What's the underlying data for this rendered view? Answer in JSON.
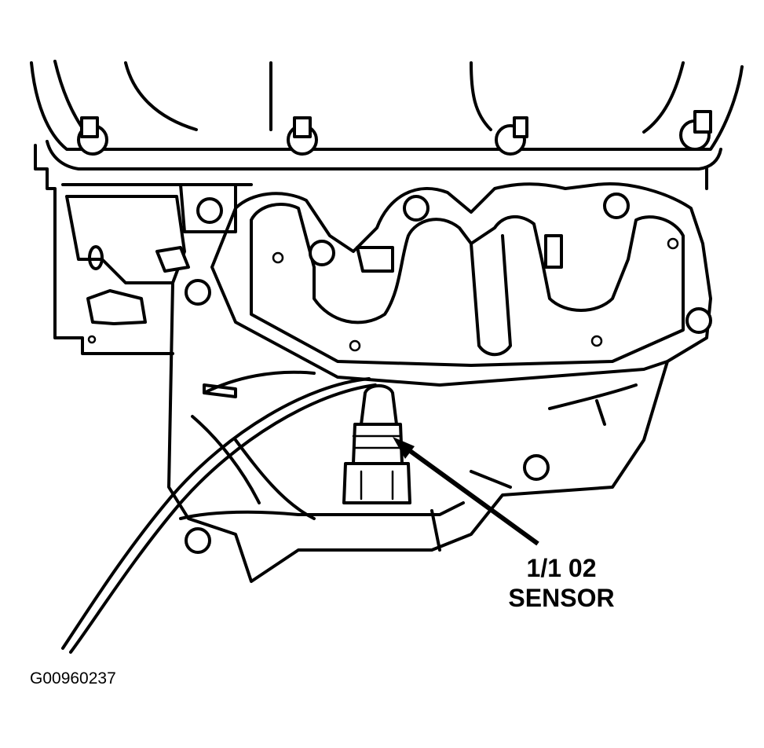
{
  "callout": {
    "line1": "1/1  02",
    "line2": "SENSOR"
  },
  "figure_id": "G00960237"
}
